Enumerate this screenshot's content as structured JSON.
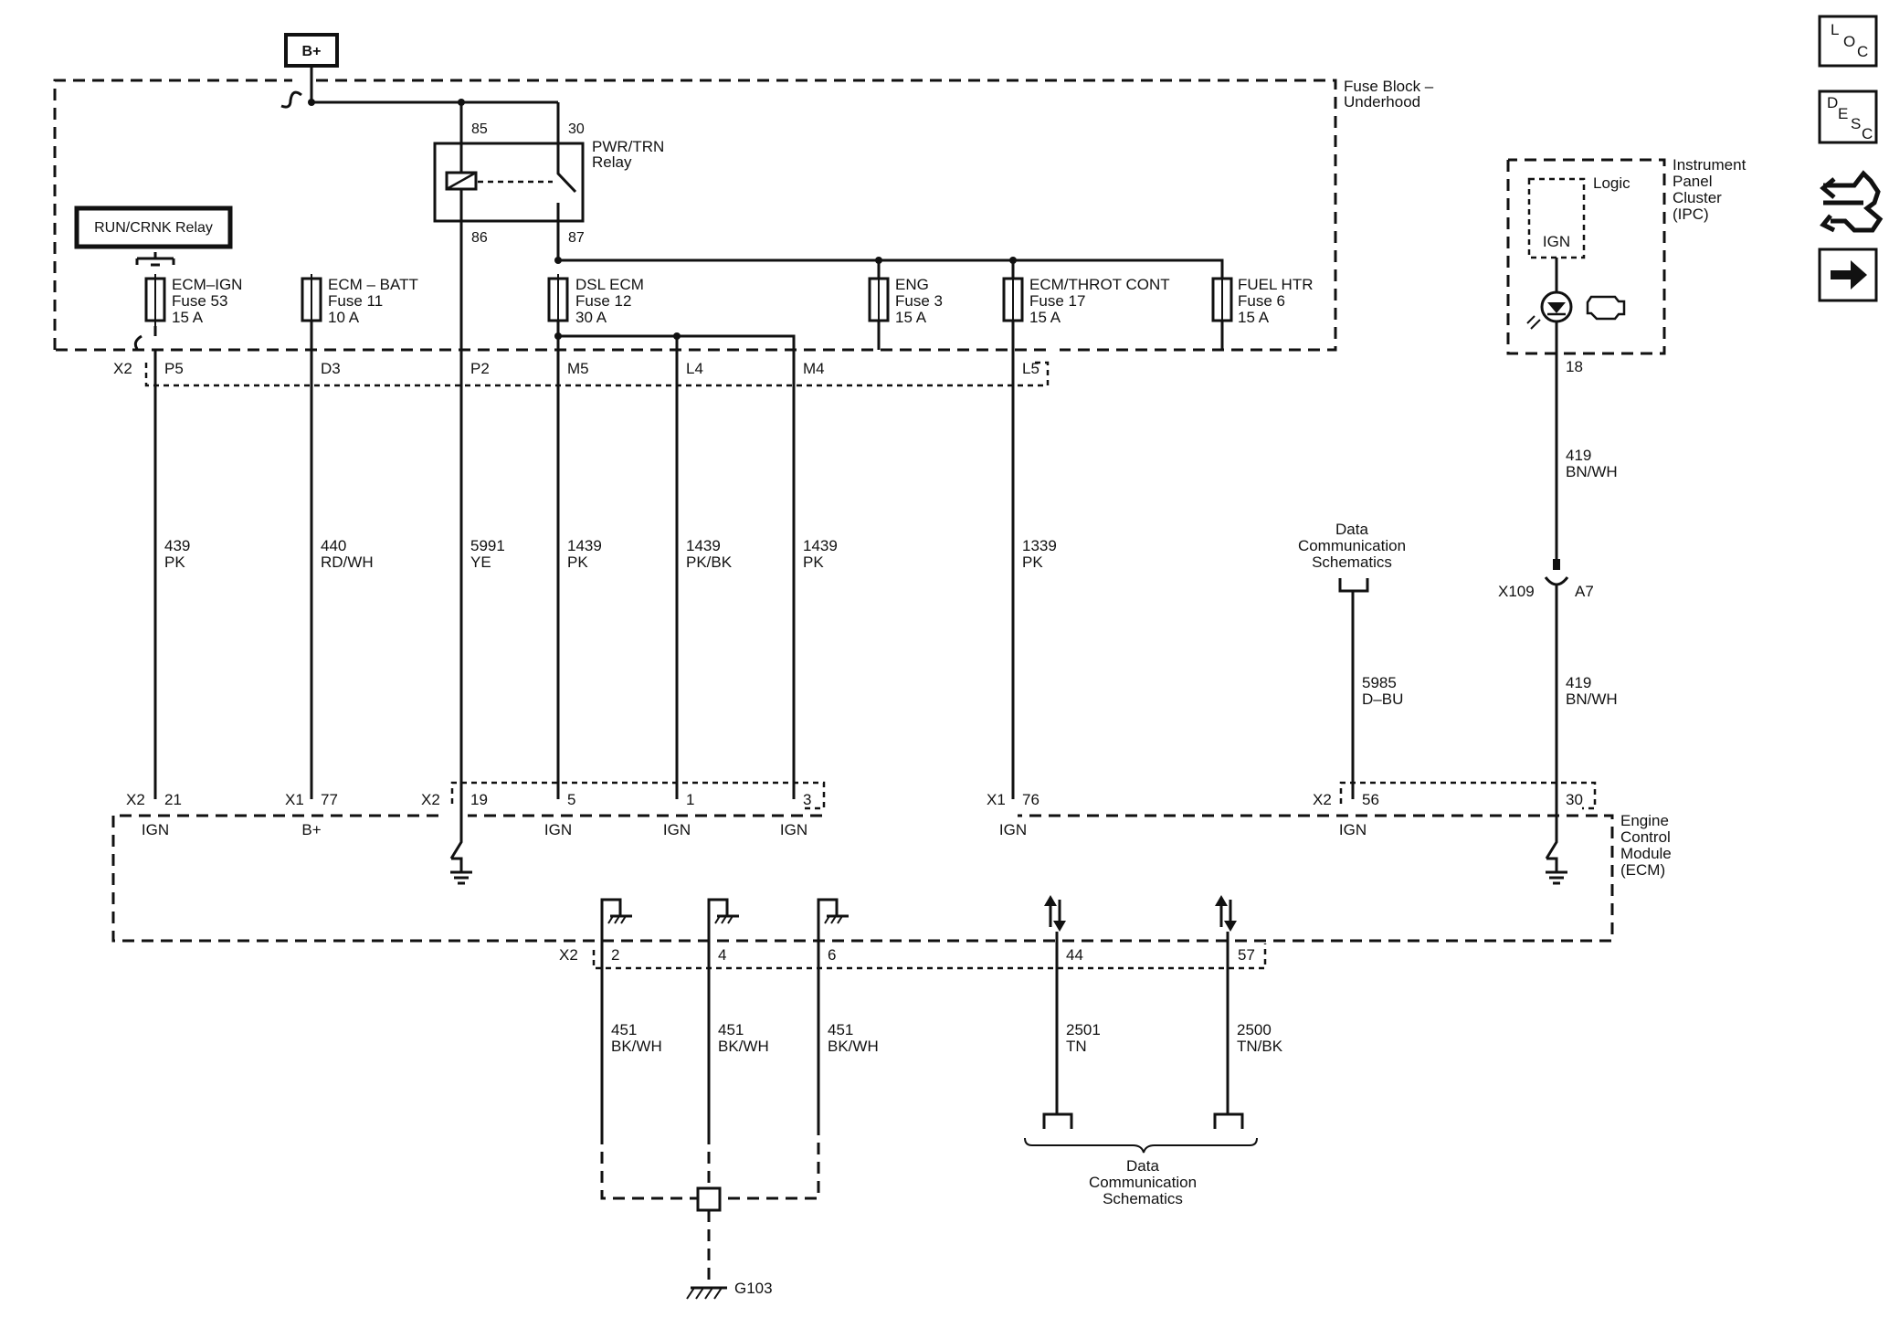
{
  "labels": {
    "bplus_box": "B+",
    "fuse_block": [
      "Fuse Block –",
      "Underhood"
    ],
    "run_crnk_relay": "RUN/CRNK Relay",
    "pwr_trn_relay": [
      "PWR/TRN",
      "Relay"
    ],
    "relay_pins": {
      "p85": "85",
      "p30": "30",
      "p86": "86",
      "p87": "87"
    },
    "ipc": [
      "Instrument",
      "Panel",
      "Cluster",
      "(IPC)"
    ],
    "ipc_logic": "Logic",
    "ipc_ign": "IGN",
    "ecm": [
      "Engine",
      "Control",
      "Module",
      "(ECM)"
    ],
    "data_comm_top": [
      "Data",
      "Communication",
      "Schematics"
    ],
    "data_comm_bottom": [
      "Data",
      "Communication",
      "Schematics"
    ],
    "ground_g103": "G103",
    "x109": "X109",
    "a7": "A7",
    "ipc_pin": "18"
  },
  "fuses": [
    {
      "name": "ECM–IGN",
      "fuse": "Fuse 53",
      "amp": "15 A"
    },
    {
      "name": "ECM – BATT",
      "fuse": "Fuse 11",
      "amp": "10 A"
    },
    {
      "name": "DSL ECM",
      "fuse": "Fuse 12",
      "amp": "30 A"
    },
    {
      "name": "ENG",
      "fuse": "Fuse 3",
      "amp": "15 A"
    },
    {
      "name": "ECM/THROT CONT",
      "fuse": "Fuse 17",
      "amp": "15 A"
    },
    {
      "name": "FUEL HTR",
      "fuse": "Fuse 6",
      "amp": "15 A"
    }
  ],
  "fuse_block_pins": {
    "x2": "X2",
    "pins": [
      "P5",
      "D3",
      "P2",
      "M5",
      "L4",
      "M4",
      "L5"
    ]
  },
  "wires": [
    {
      "circuit": "439",
      "color": "PK"
    },
    {
      "circuit": "440",
      "color": "RD/WH"
    },
    {
      "circuit": "5991",
      "color": "YE"
    },
    {
      "circuit": "1439",
      "color": "PK"
    },
    {
      "circuit": "1439",
      "color": "PK/BK"
    },
    {
      "circuit": "1439",
      "color": "PK"
    },
    {
      "circuit": "1339",
      "color": "PK"
    },
    {
      "circuit": "5985",
      "color": "D–BU"
    },
    {
      "circuit": "419",
      "color": "BN/WH"
    },
    {
      "circuit": "419",
      "color": "BN/WH"
    }
  ],
  "ecm_top_pins": [
    {
      "conn": "X2",
      "pin": "21",
      "func": "IGN"
    },
    {
      "conn": "X1",
      "pin": "77",
      "func": "B+"
    },
    {
      "conn": "X2",
      "pin": "19",
      "func": ""
    },
    {
      "conn": "",
      "pin": "5",
      "func": "IGN"
    },
    {
      "conn": "",
      "pin": "1",
      "func": "IGN"
    },
    {
      "conn": "",
      "pin": "3",
      "func": "IGN"
    },
    {
      "conn": "X1",
      "pin": "76",
      "func": "IGN"
    },
    {
      "conn": "X2",
      "pin": "56",
      "func": "IGN"
    },
    {
      "conn": "",
      "pin": "30",
      "func": ""
    }
  ],
  "ecm_bottom_pins": {
    "conn": "X2",
    "pins": [
      "2",
      "4",
      "6",
      "44",
      "57"
    ]
  },
  "bottom_wires": [
    {
      "circuit": "451",
      "color": "BK/WH"
    },
    {
      "circuit": "451",
      "color": "BK/WH"
    },
    {
      "circuit": "451",
      "color": "BK/WH"
    },
    {
      "circuit": "2501",
      "color": "TN"
    },
    {
      "circuit": "2500",
      "color": "TN/BK"
    }
  ],
  "nav": {
    "loc": [
      "L",
      "O",
      "C"
    ],
    "desc": [
      "D",
      "E",
      "S",
      "C"
    ],
    "icons": [
      "connector-icon",
      "next-arrow-icon"
    ]
  }
}
